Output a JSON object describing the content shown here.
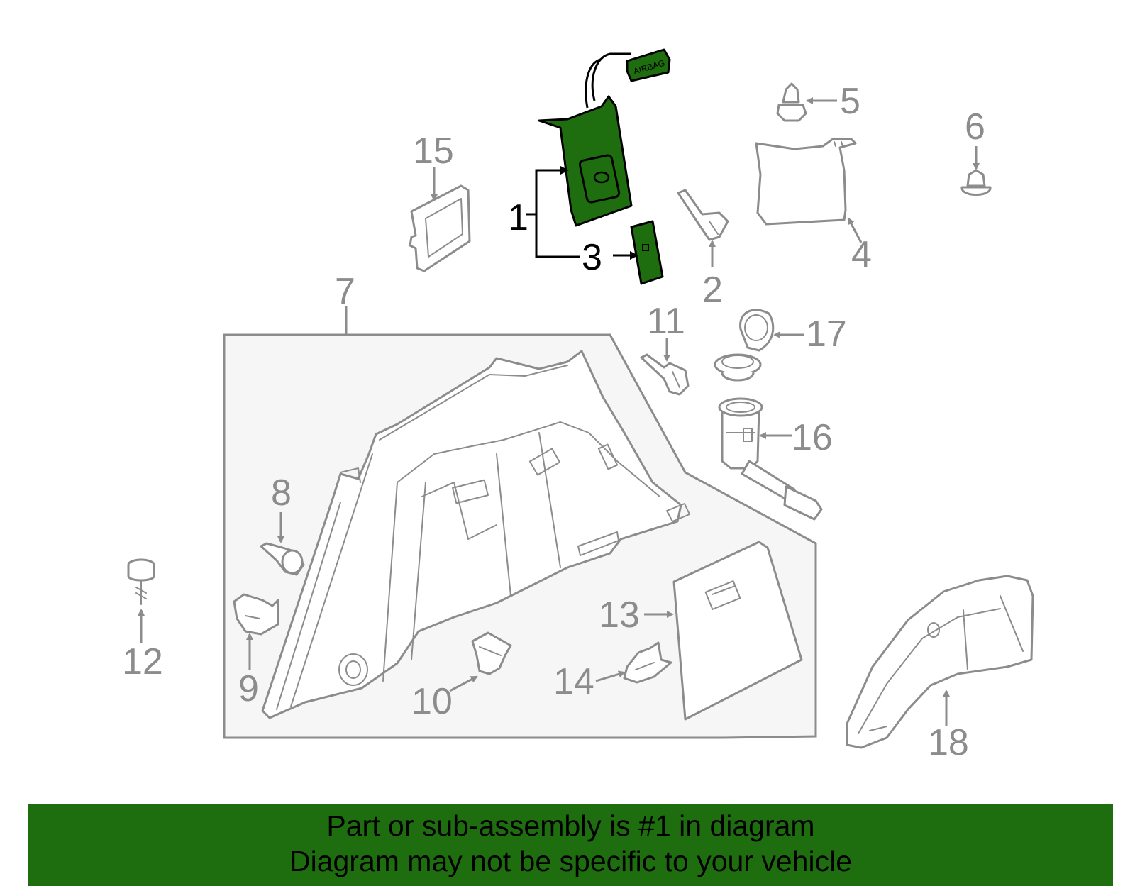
{
  "colors": {
    "highlight_fill": "#1e6e10",
    "part_stroke": "#8c8c8c",
    "highlight_stroke": "#000000",
    "banner_bg": "#1e6e10"
  },
  "highlighted_part": "1",
  "callouts": [
    {
      "id": "1",
      "text": "1",
      "highlighted": true
    },
    {
      "id": "2",
      "text": "2",
      "highlighted": false
    },
    {
      "id": "3",
      "text": "3",
      "highlighted": true
    },
    {
      "id": "4",
      "text": "4",
      "highlighted": false
    },
    {
      "id": "5",
      "text": "5",
      "highlighted": false
    },
    {
      "id": "6",
      "text": "6",
      "highlighted": false
    },
    {
      "id": "7",
      "text": "7",
      "highlighted": false
    },
    {
      "id": "8",
      "text": "8",
      "highlighted": false
    },
    {
      "id": "9",
      "text": "9",
      "highlighted": false
    },
    {
      "id": "10",
      "text": "10",
      "highlighted": false
    },
    {
      "id": "11",
      "text": "11",
      "highlighted": false
    },
    {
      "id": "12",
      "text": "12",
      "highlighted": false
    },
    {
      "id": "13",
      "text": "13",
      "highlighted": false
    },
    {
      "id": "14",
      "text": "14",
      "highlighted": false
    },
    {
      "id": "15",
      "text": "15",
      "highlighted": false
    },
    {
      "id": "16",
      "text": "16",
      "highlighted": false
    },
    {
      "id": "17",
      "text": "17",
      "highlighted": false
    },
    {
      "id": "18",
      "text": "18",
      "highlighted": false
    }
  ],
  "airbag_tag_text": "AIRBAG",
  "banner": {
    "line1": "Part or sub-assembly is #1 in diagram",
    "line2": "Diagram may not be specific to your vehicle"
  }
}
